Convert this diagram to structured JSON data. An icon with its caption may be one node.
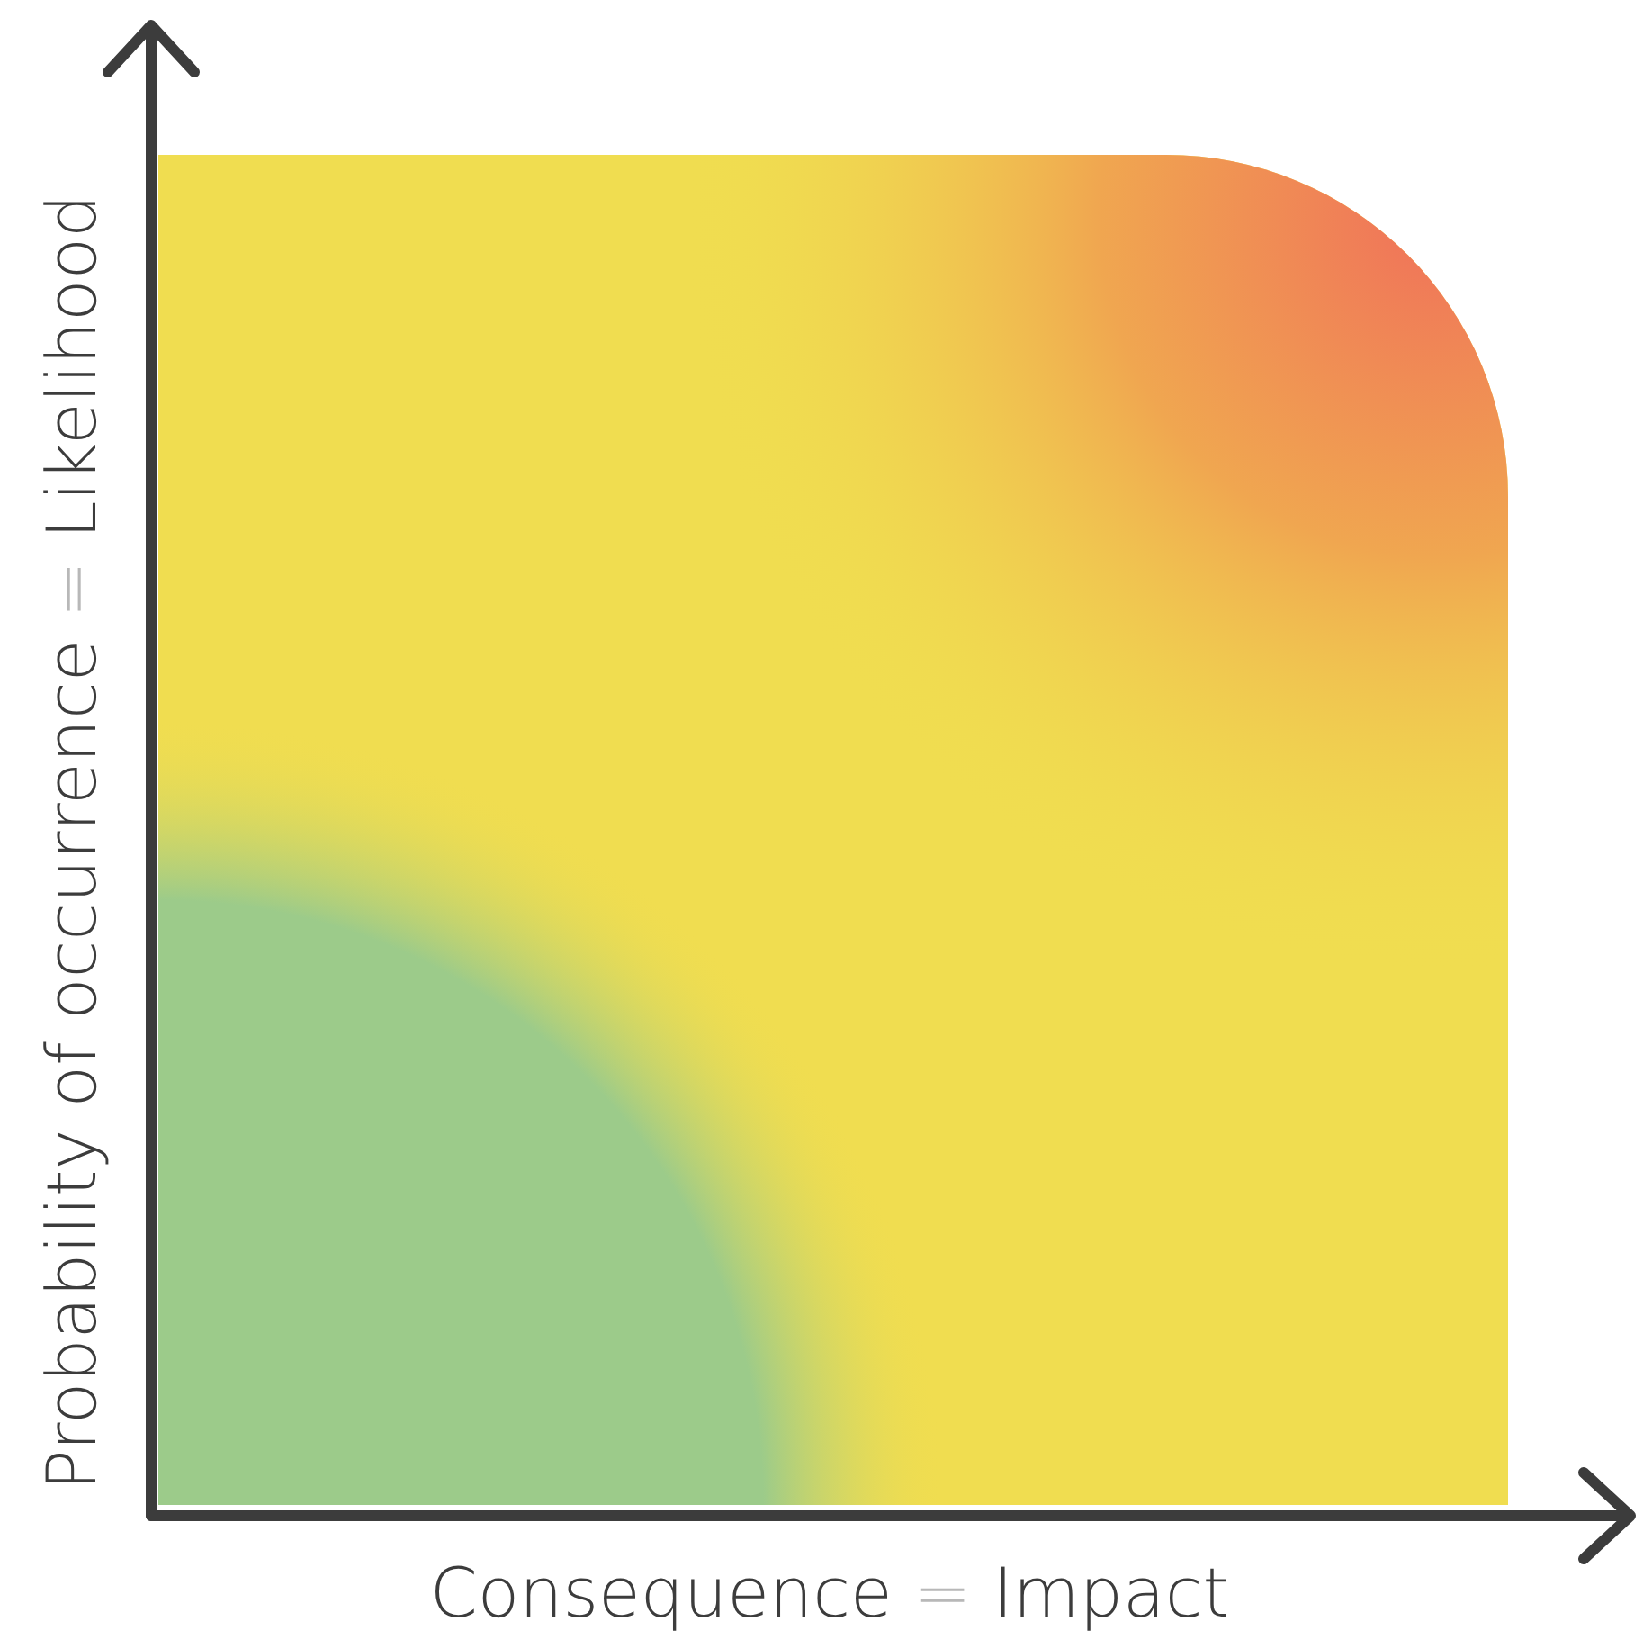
{
  "diagram": {
    "labels": [
      "Probability of occurrence",
      "=",
      "Likelihood",
      "Consequence",
      "=",
      "Impact"
    ]
  }
}
